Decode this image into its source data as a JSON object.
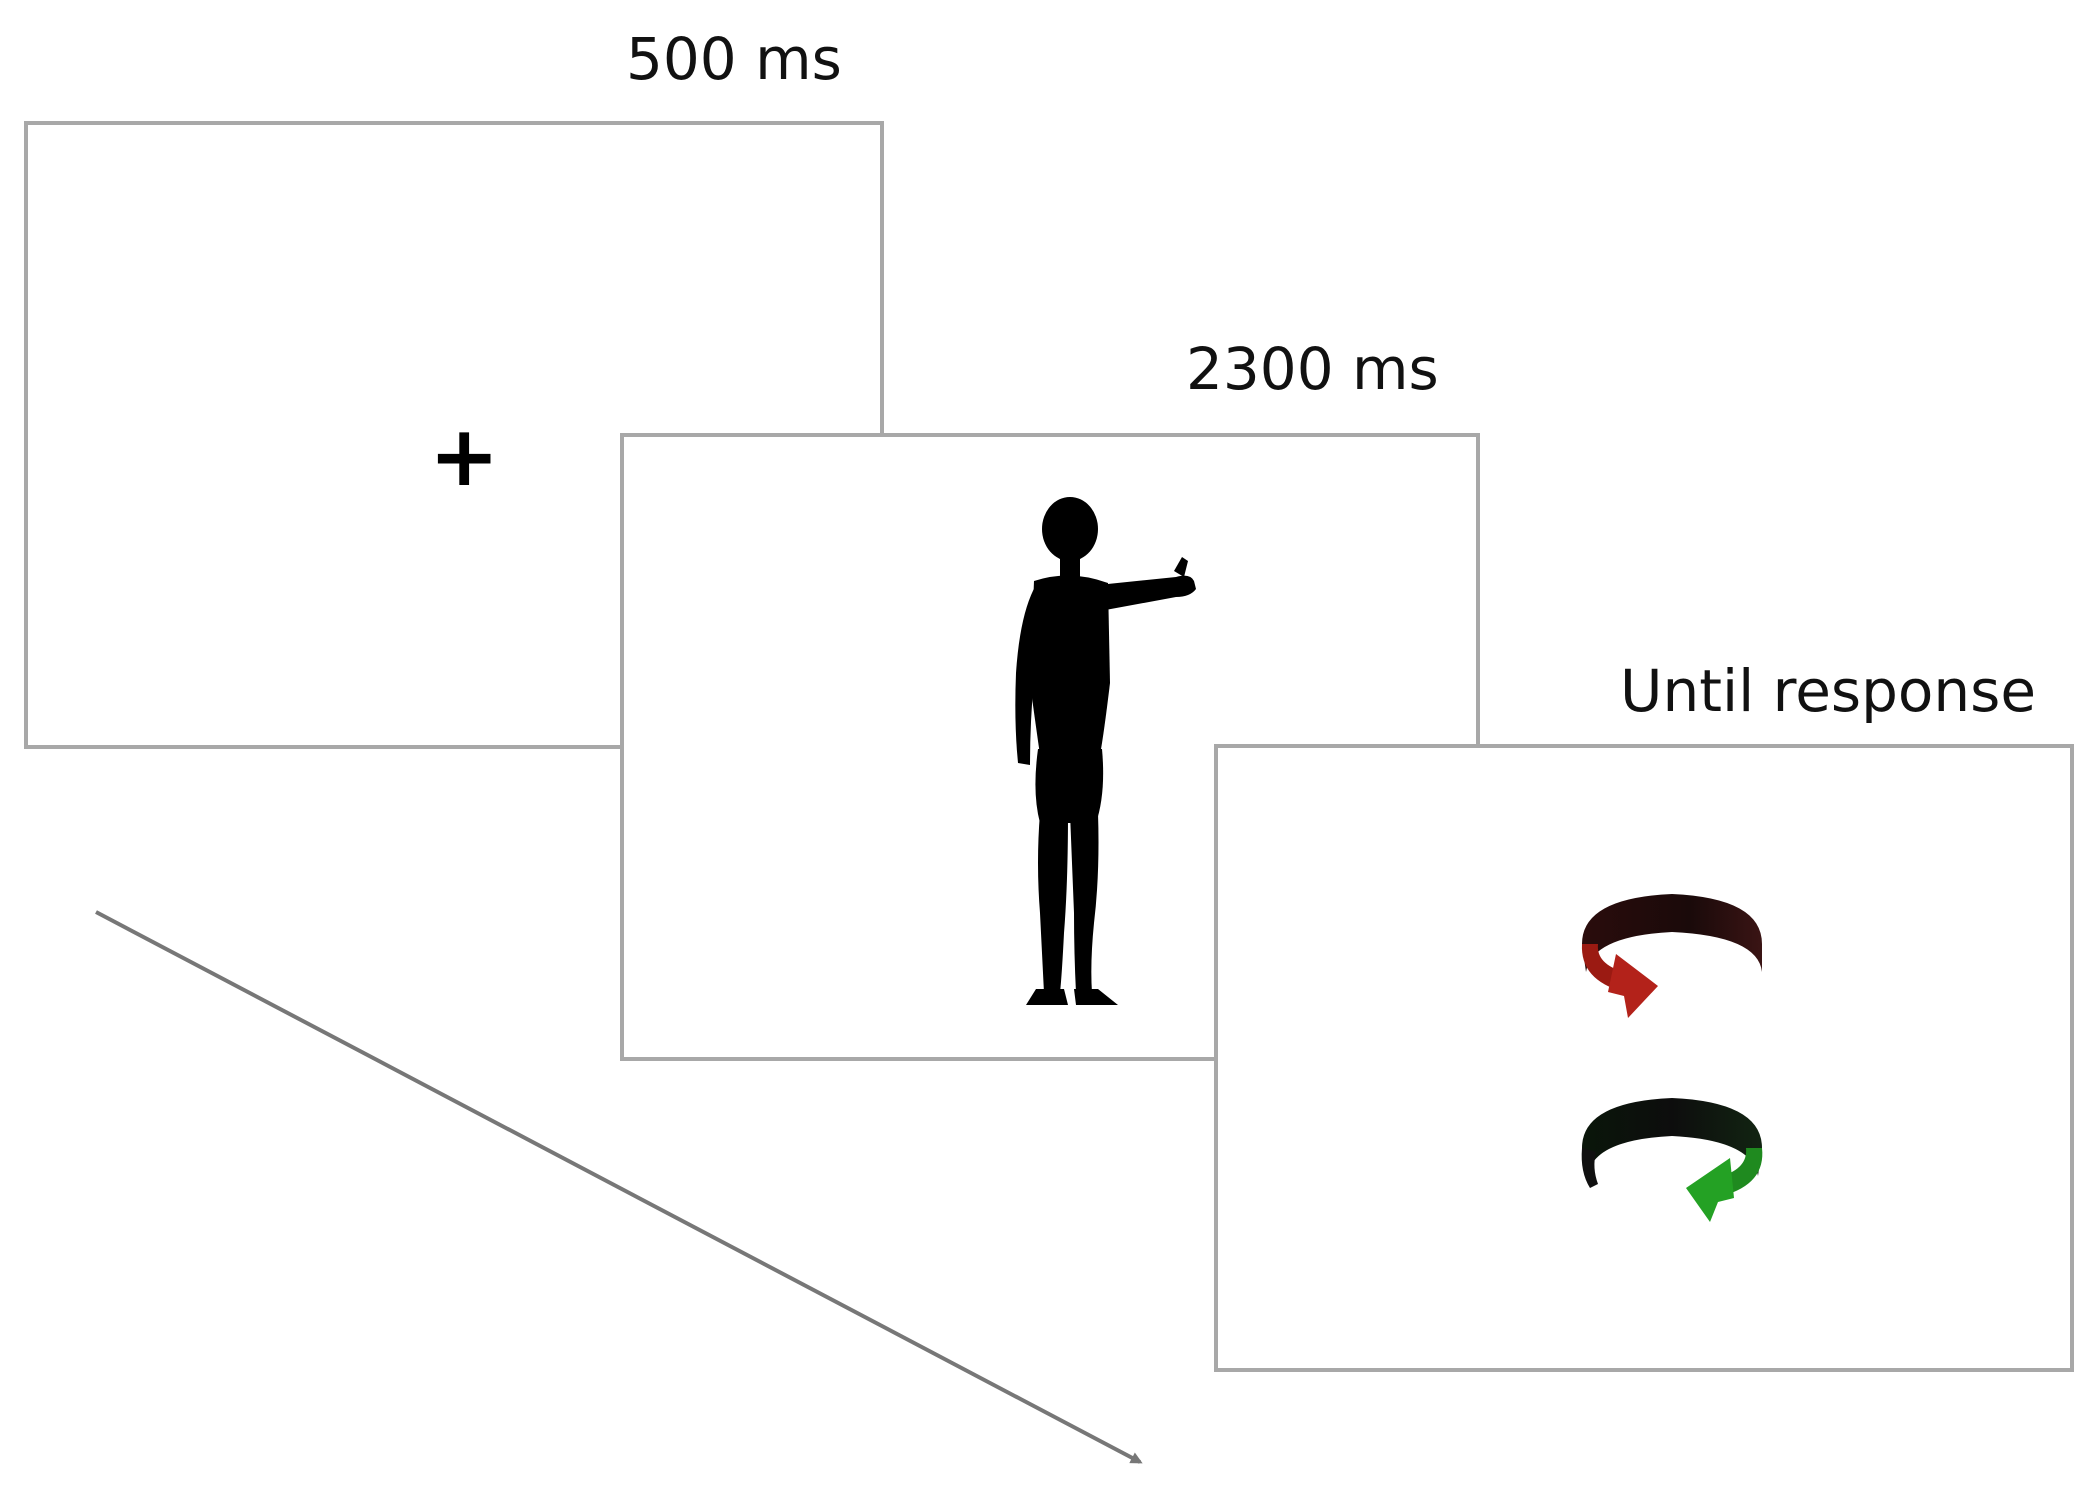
{
  "screens": [
    {
      "duration": "500 ms",
      "content": "+"
    },
    {
      "duration": "2300 ms"
    },
    {
      "duration": "Until response"
    }
  ],
  "colors": {
    "frame_border": "#a8a8a8",
    "silhouette": "#000000",
    "arrow_red": "#9b1a12",
    "arrow_green": "#1f8a1f",
    "arrow_band_dark": "#1a0a0a",
    "time_arrow": "#777777"
  },
  "icons": {
    "figure": "human-silhouette-pointing-icon",
    "response_1": "rotate-arrow-red-icon",
    "response_2": "rotate-arrow-green-icon"
  }
}
